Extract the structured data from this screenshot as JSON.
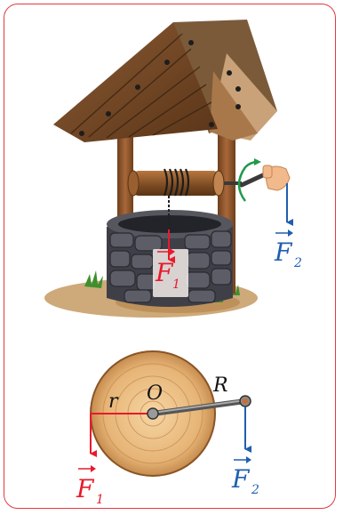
{
  "well_figure": {
    "force1": {
      "symbol": "F",
      "subscript": "1",
      "color": "#e8192c"
    },
    "force2": {
      "symbol": "F",
      "subscript": "2",
      "color": "#1f5fae"
    }
  },
  "wheel_figure": {
    "center_label": "O",
    "small_radius_label": "r",
    "large_radius_label": "R",
    "force1": {
      "symbol": "F",
      "subscript": "1",
      "color": "#e8192c"
    },
    "force2": {
      "symbol": "F",
      "subscript": "2",
      "color": "#1f5fae"
    }
  },
  "colors": {
    "frame": "#e23a40",
    "wood": "#7a4a25",
    "roof": "#6b4426",
    "stone": "#4a4a55"
  }
}
